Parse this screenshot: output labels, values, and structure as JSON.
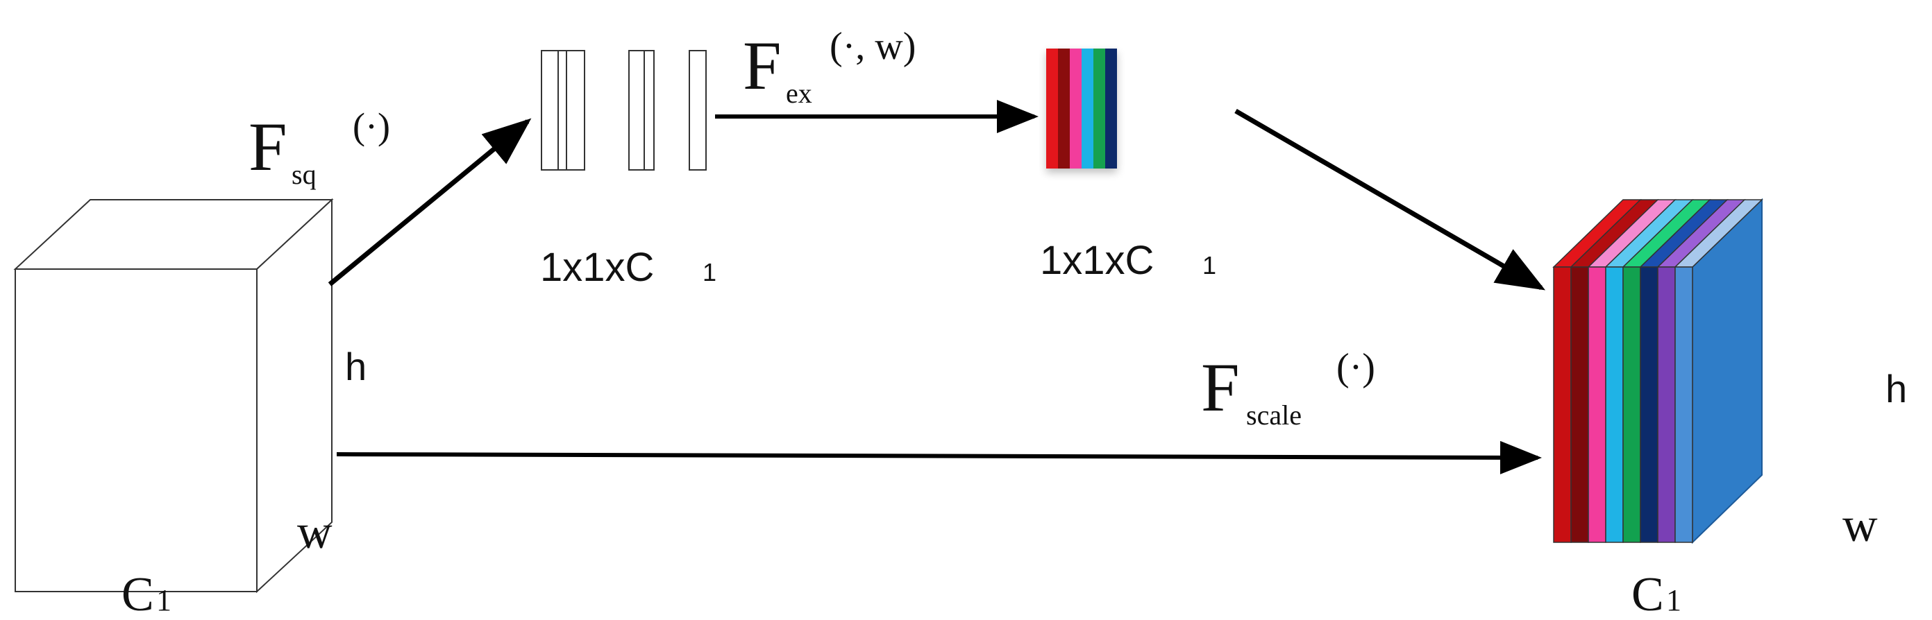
{
  "labels": {
    "f_sq": {
      "main": "F",
      "sub": "sq",
      "arg": "(·)"
    },
    "f_ex": {
      "main": "F",
      "sub": "ex",
      "arg": "(·,  w)"
    },
    "f_scale": {
      "main": "F",
      "sub": "scale",
      "arg": "(·)"
    },
    "squeeze_dim": {
      "main": "1x1xC",
      "sub": "1"
    },
    "excite_dim": {
      "main": "1x1xC",
      "sub": "1"
    },
    "input_h": "h",
    "input_w": "w",
    "input_c": {
      "main": "C",
      "sub": "1"
    },
    "output_h": "h",
    "output_w": "w",
    "output_c": {
      "main": "C",
      "sub": "1"
    }
  },
  "excitation_colors": [
    "#e3151a",
    "#8a0d0f",
    "#f23c9c",
    "#1fb3e6",
    "#12a14f",
    "#0c2b6b"
  ],
  "output_slice_colors": [
    "#c80f12",
    "#7d0a0c",
    "#f23c9c",
    "#1fb3e6",
    "#12a14f",
    "#0c2b6b",
    "#7a3fb5",
    "#4a8fd6"
  ],
  "output_top_colors": [
    "#e3151a",
    "#b30d10",
    "#f48ad0",
    "#5cc8f0",
    "#1fd27a",
    "#1a4fb0",
    "#9b5fd6",
    "#a8c8ec"
  ],
  "output_side_color": "#2f7dc8"
}
